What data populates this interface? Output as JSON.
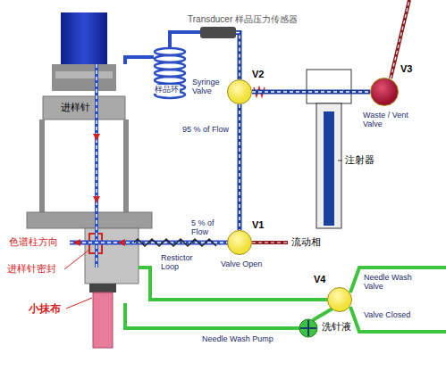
{
  "diagram": {
    "nodes": [
      {
        "text": [
          "Transducer 样品压力传感器"
        ]
      },
      {
        "text": [
          "V2",
          "Syringe Valve"
        ]
      },
      {
        "text": [
          "V3",
          "Waste / Vent Valve"
        ]
      },
      {
        "text": [
          "V1",
          "Valve Open"
        ]
      },
      {
        "text": [
          "V4",
          "Needle Wash Valve",
          "Valve Closed"
        ]
      }
    ],
    "edges": [
      {
        "from": 0,
        "to": 1,
        "arrow": "none"
      },
      {
        "from": 1,
        "to": 3,
        "label": "95 % of Flow",
        "arrow": "none"
      },
      {
        "from": 1,
        "to": 2,
        "arrow": "none"
      }
    ],
    "labels": [
      "进样针",
      "样品环",
      "注射器",
      "5 % of Flow",
      "流动相",
      "色谱柱方向",
      "进样针密封",
      "小抹布",
      "Restictor Loop",
      "Needle Wash Pump",
      "洗针液"
    ]
  }
}
